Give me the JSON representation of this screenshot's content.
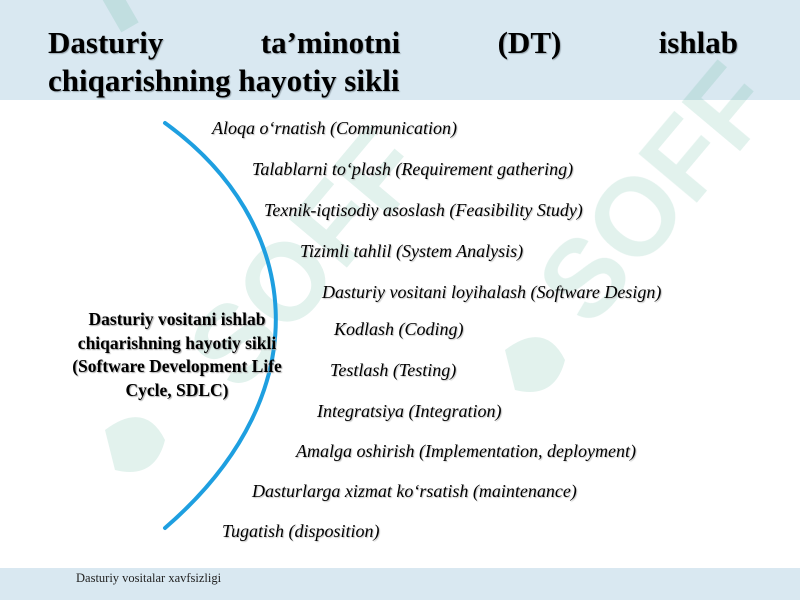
{
  "title": {
    "words": [
      "Dasturiy",
      "ta’minotni",
      "(DT)",
      "ishlab"
    ],
    "line2": "chiqarishning hayotiy sikli"
  },
  "center_label": "Dasturiy vositani ishlab chiqarishning hayotiy sikli (Software Development Life Cycle, SDLC)",
  "stages": [
    "Aloqa o‘rnatish (Communication)",
    "Talablarni to‘plash (Requirement gathering)",
    "Texnik-iqtisodiy asoslash (Feasibility Study)",
    "Tizimli tahlil (System Analysis)",
    "Dasturiy vositani loyihalash (Software Design)",
    "Kodlash (Coding)",
    "Testlash (Testing)",
    "Integratsiya (Integration)",
    "Amalga oshirish (Implementation, deployment)",
    "Dasturlarga xizmat ko‘rsatish (maintenance)",
    "Tugatish (disposition)"
  ],
  "footer": "Dasturiy vositalar xavfsizligi",
  "watermark": "SOFF",
  "colors": {
    "band": "#d9e8f1",
    "curve": "#1e9fe0",
    "watermark": "#1f9a74"
  }
}
